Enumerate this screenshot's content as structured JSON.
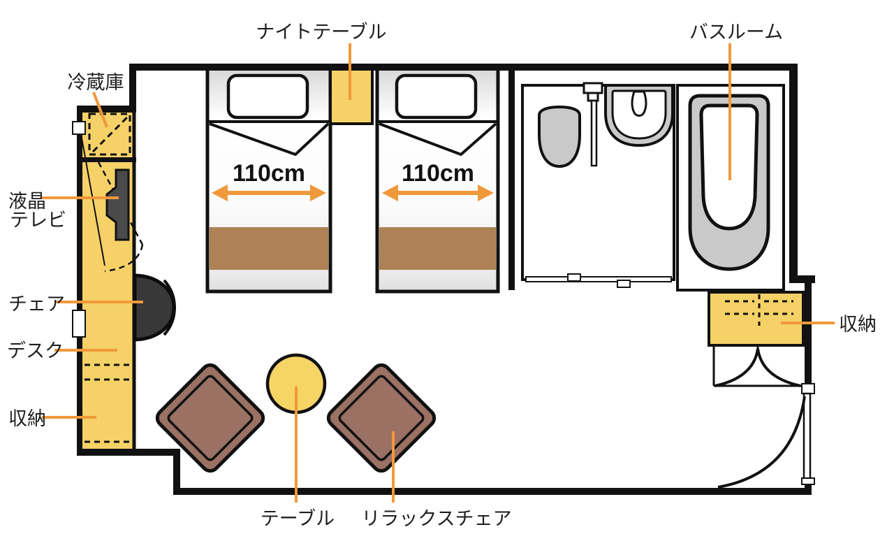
{
  "diagram": {
    "type": "hotel-room-floor-plan",
    "labels": {
      "refrigerator": "冷蔵庫",
      "night_table": "ナイトテーブル",
      "bathroom": "バスルーム",
      "lcd_tv_line1": "液晶",
      "lcd_tv_line2": "テレビ",
      "chair": "チェア",
      "desk": "デスク",
      "storage_left": "収納",
      "storage_right": "収納",
      "table": "テーブル",
      "relax_chair": "リラックスチェア"
    },
    "dimensions": {
      "bed1_width": "110cm",
      "bed2_width": "110cm"
    },
    "colors": {
      "accent_orange": "#F0993B",
      "furniture_yellow": "#F5D168",
      "bed_stripe_brown": "#AE8254",
      "relax_chair_brown": "#9B7164",
      "fixture_gray": "#C9C9C9",
      "tv_dark_gray": "#4A4A4A",
      "wall_black": "#111111"
    }
  }
}
